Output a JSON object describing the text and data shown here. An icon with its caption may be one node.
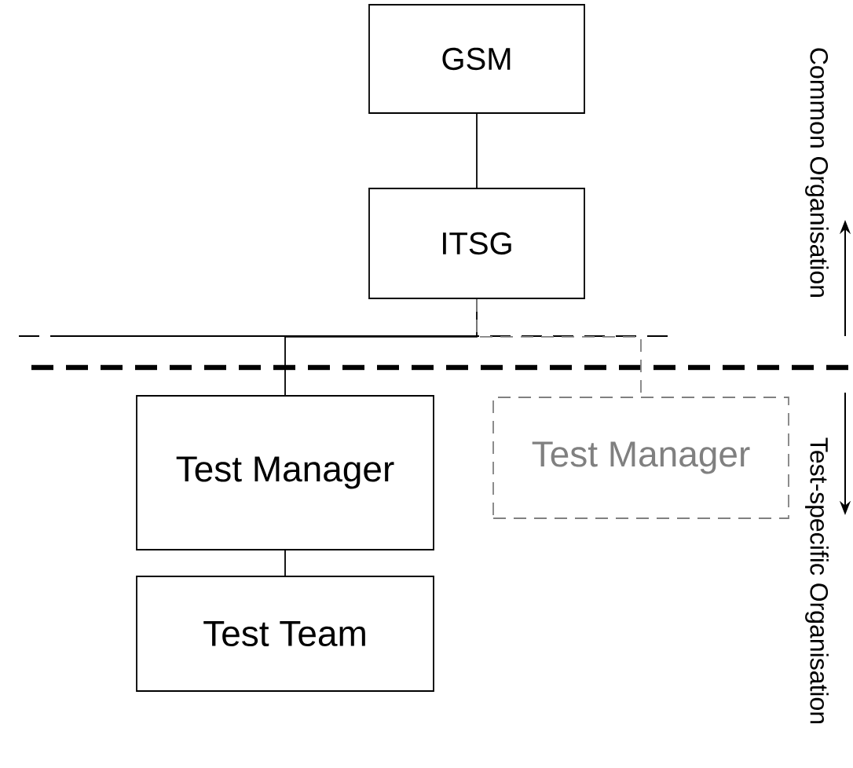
{
  "diagram": {
    "nodes": [
      {
        "text": [
          "GSM"
        ]
      },
      {
        "text": [
          "ITSG"
        ]
      },
      {
        "text": [
          "Test Manager"
        ]
      },
      {
        "text": [
          "Test Manager"
        ]
      },
      {
        "text": [
          "Test Team"
        ]
      }
    ],
    "edges": [
      {
        "from": 0,
        "to": 1,
        "arrow": "none"
      },
      {
        "from": 1,
        "to": 2,
        "arrow": "none"
      },
      {
        "from": 1,
        "to": 3,
        "arrow": "none",
        "style": "dashed",
        "color": "#808080"
      },
      {
        "from": 2,
        "to": 4,
        "arrow": "none"
      }
    ],
    "labels": [
      "Common Organisation",
      "Test-specific Organisation"
    ]
  }
}
